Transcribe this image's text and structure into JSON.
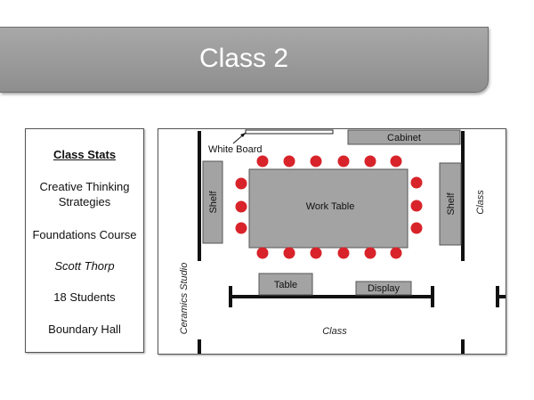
{
  "slide": {
    "title": "Class 2"
  },
  "stats": {
    "heading": "Class Stats",
    "lines": [
      "Creative Thinking Strategies",
      "Foundations Course",
      "Scott Thorp",
      "18 Students",
      "Boundary Hall"
    ]
  },
  "plan": {
    "labels": {
      "white_board": "White Board",
      "cabinet": "Cabinet",
      "shelf_left": "Shelf",
      "shelf_right": "Shelf",
      "work_table": "Work Table",
      "table": "Table",
      "display": "Display",
      "class_right": "Class",
      "class_bottom": "Class",
      "ceramics": "Ceramics Studio"
    },
    "seat_count": 18,
    "colors": {
      "seat": "#d8232a",
      "furniture": "#a3a3a3"
    }
  }
}
